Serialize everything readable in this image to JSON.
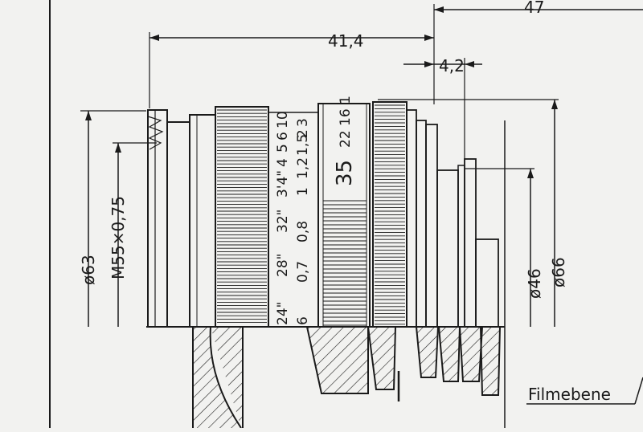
{
  "dimensions": {
    "overall_length": "47",
    "mount_to_front": "41,4",
    "flange_offset": "4,2",
    "outer_diameter": "ø63",
    "filter_thread": "M55×0,75",
    "rear_diameter": "ø46",
    "body_diameter": "ø66"
  },
  "focus_scale": {
    "feet_label_1": "24\"",
    "feet_label_2": "28\"",
    "feet_label_3": "32\"",
    "feet_label_4": "3'4\"",
    "feet_label_5": "4",
    "feet_label_6": "5",
    "feet_label_7": "6",
    "feet_label_8": "10",
    "meter_label_1": "6",
    "meter_label_2": "0,7",
    "meter_label_3": "0,8",
    "meter_label_4": "1",
    "meter_label_5": "1,2",
    "meter_label_6": "1,5",
    "meter_label_7": "2",
    "meter_label_8": "3"
  },
  "aperture": {
    "focal_mark": "35",
    "top_numbers": "22 16 1"
  },
  "labels": {
    "film_plane": "Filmebene"
  },
  "colors": {
    "ink": "#1a1a1a",
    "paper": "#f2f2f0"
  }
}
